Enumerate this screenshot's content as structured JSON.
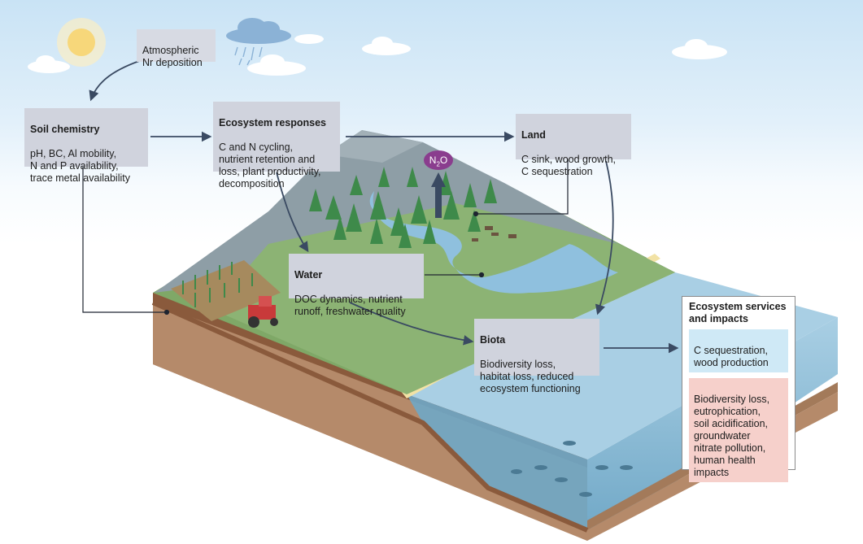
{
  "boxes": {
    "atmospheric": {
      "body": "Atmospheric\nNr deposition"
    },
    "soil": {
      "title": "Soil chemistry",
      "body": "pH, BC, Al mobility,\nN and P availability,\ntrace metal availability"
    },
    "ecosystem": {
      "title": "Ecosystem responses",
      "body": "C and N cycling,\nnutrient retention and\nloss, plant productivity,\ndecomposition"
    },
    "land": {
      "title": "Land",
      "body": "C sink, wood growth,\nC sequestration"
    },
    "water": {
      "title": "Water",
      "body": "DOC dynamics, nutrient\nrunoff, freshwater quality"
    },
    "biota": {
      "title": "Biota",
      "body": "Biodiversity loss,\nhabitat loss, reduced\necosystem functioning"
    }
  },
  "services": {
    "title": "Ecosystem services\nand impacts",
    "benefits": "C sequestration,\nwood production",
    "impacts": "Biodiversity loss,\neutrophication,\nsoil acidification,\ngroundwater\nnitrate pollution,\nhuman health\nimpacts"
  },
  "gas": {
    "n": "N",
    "sub": "2",
    "o": "O"
  },
  "colors": {
    "box": "#d0d3dd",
    "arrow": "#3a4a62",
    "benefit": "#cfe9f6",
    "impact": "#f6d0cb",
    "n2o": "#8a3d8e"
  }
}
